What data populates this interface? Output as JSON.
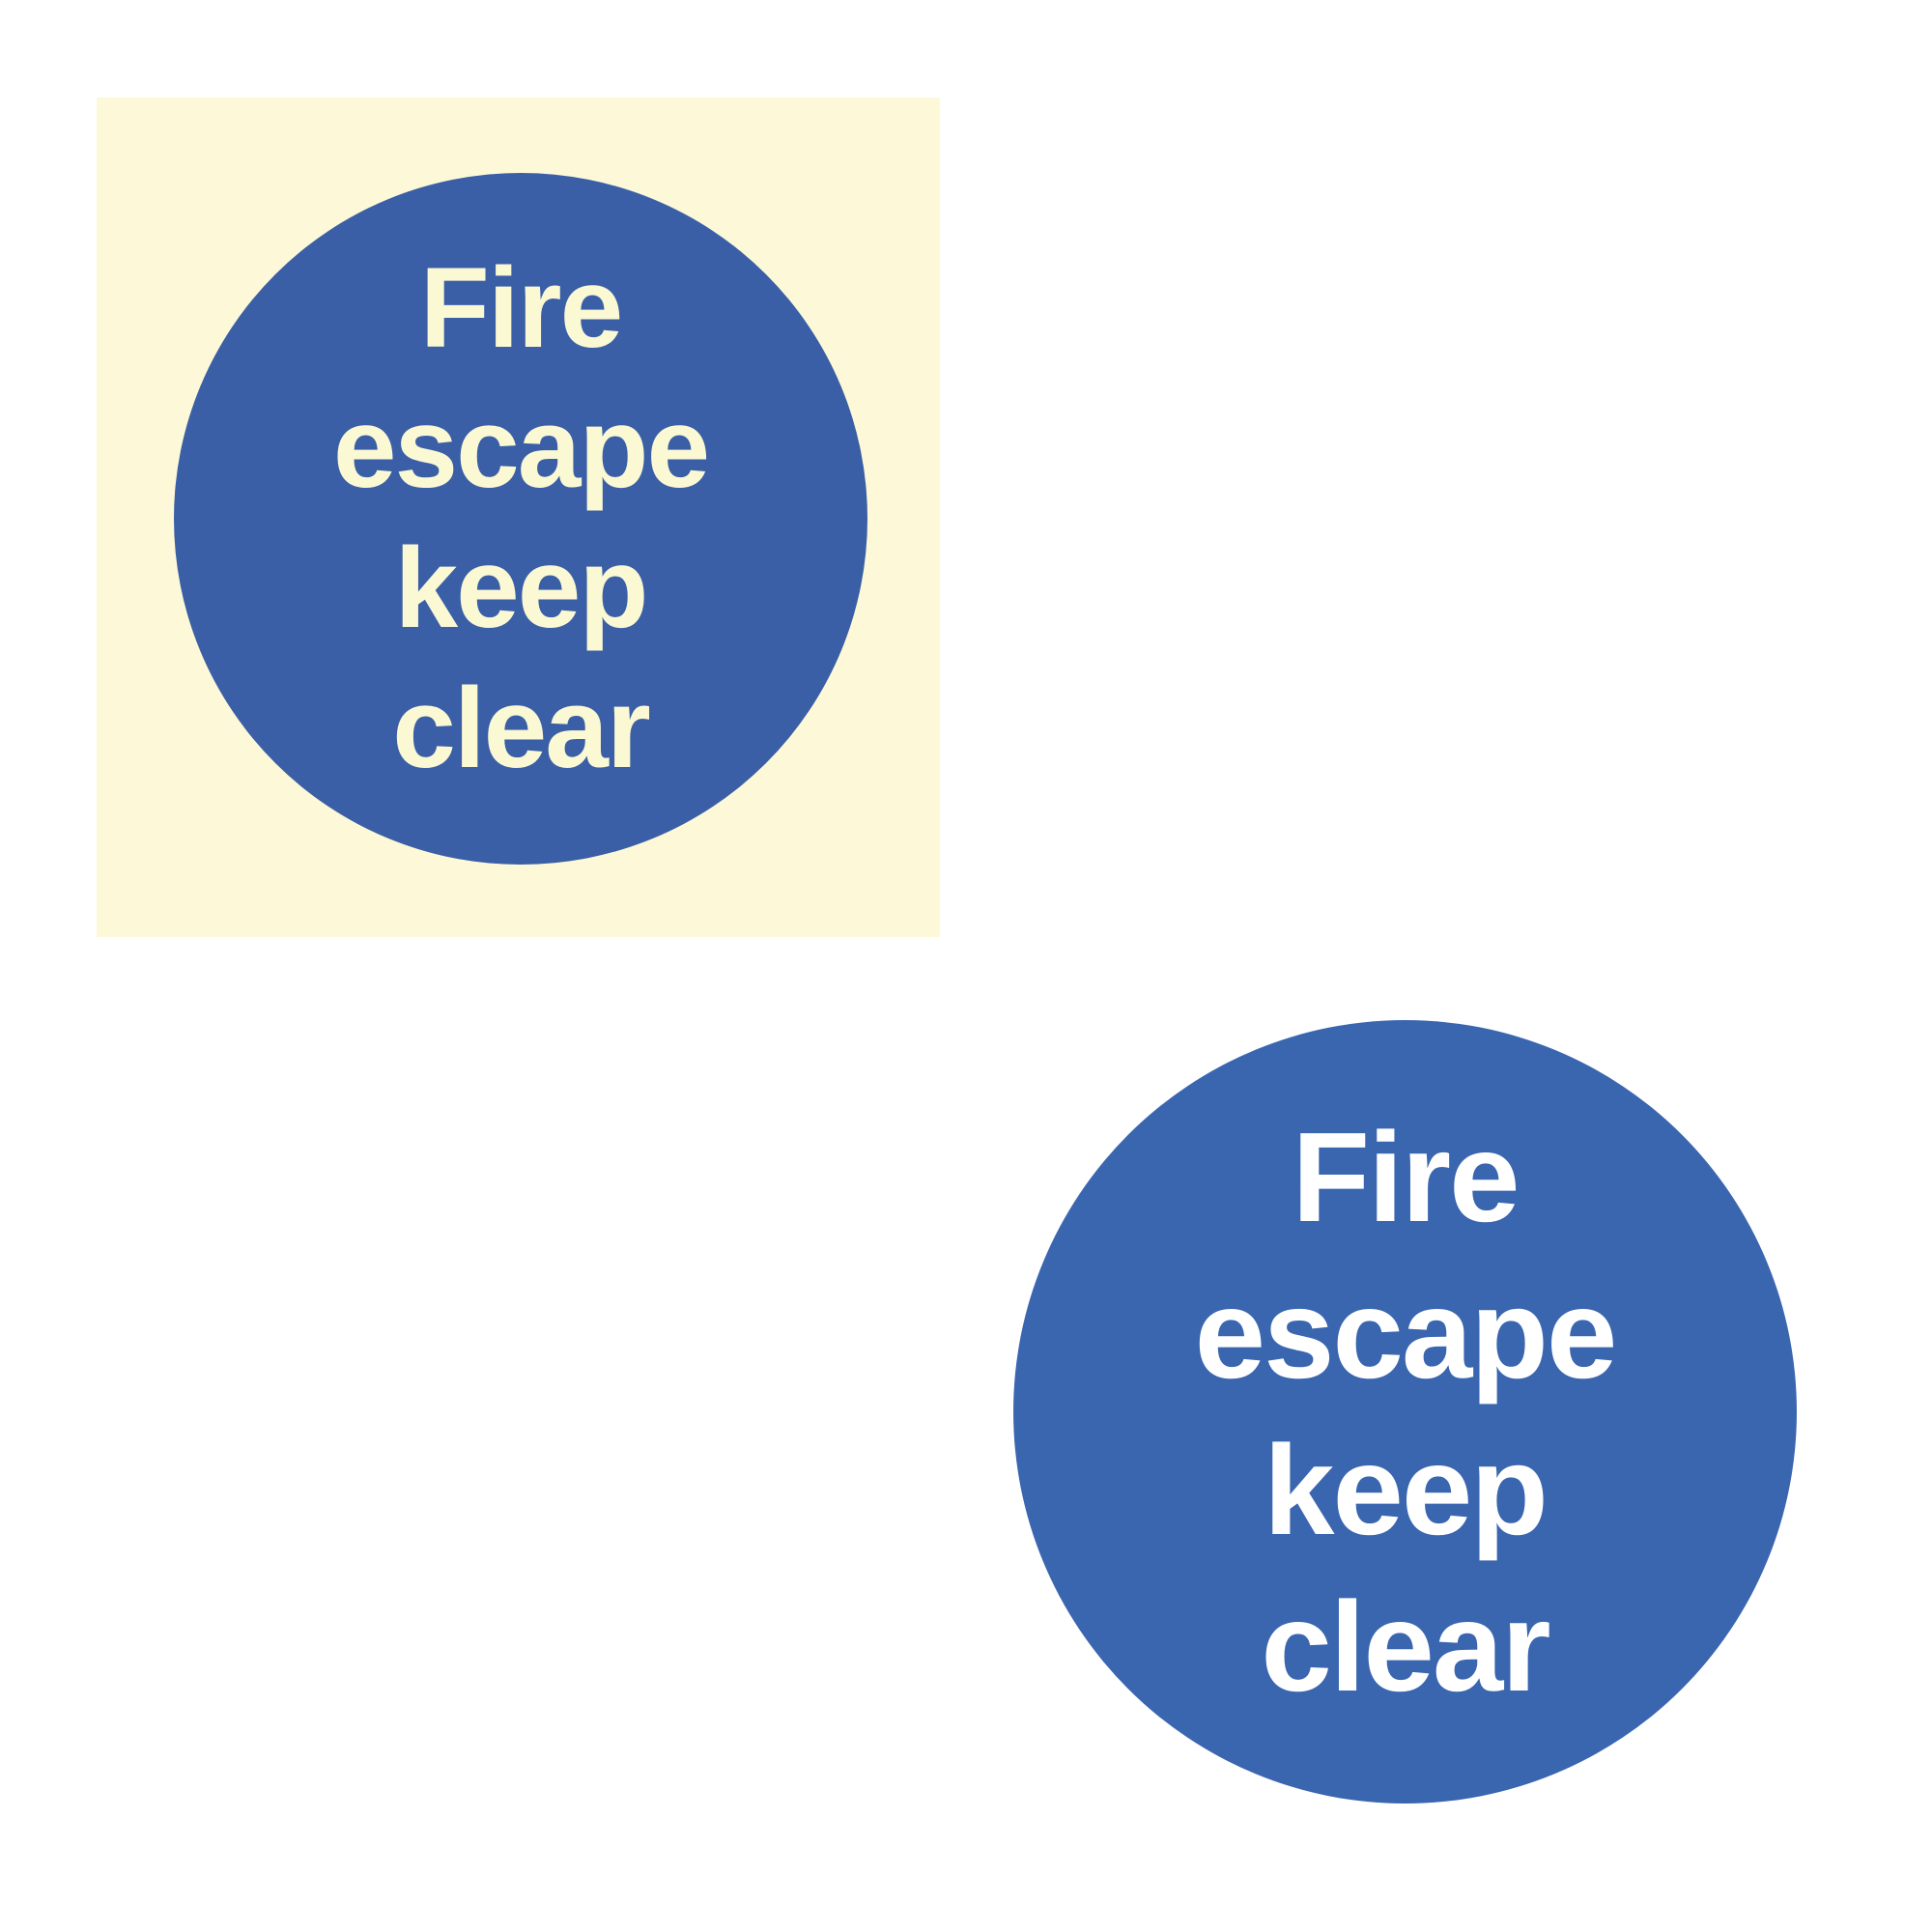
{
  "signs": [
    {
      "background": "#fdf9d8",
      "circle_color": "#3a5fa6",
      "text_color": "#fbf8d4",
      "lines": [
        "Fire",
        "escape",
        "keep",
        "clear"
      ]
    },
    {
      "background": "#ffffff",
      "circle_color": "#3a66b0",
      "text_color": "#ffffff",
      "lines": [
        "Fire",
        "escape",
        "keep",
        "clear"
      ]
    }
  ]
}
